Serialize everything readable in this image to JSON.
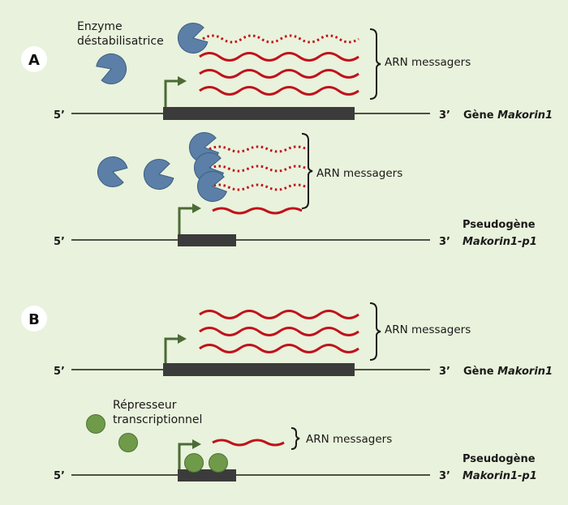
{
  "colors": {
    "background": "#e9f2dc",
    "mrna": "#c0121b",
    "enzyme": "#5b7fa6",
    "repressor": "#6f9a4a",
    "promoter_arrow": "#4b6b34",
    "gene_box": "#3b3b3b"
  },
  "panel_a": {
    "letter": "A",
    "enzyme_label_line1": "Enzyme",
    "enzyme_label_line2": "déstabilisatrice",
    "gene_mrna_label": "ARN messagers",
    "gene_five_prime": "5’",
    "gene_three_prime": "3’",
    "gene_label_prefix": "Gène ",
    "gene_label_name": "Makorin1",
    "pseudo_mrna_label": "ARN messagers",
    "pseudo_five_prime": "5’",
    "pseudo_three_prime": "3’",
    "pseudo_label_line1": "Pseudogène",
    "pseudo_label_line2": "Makorin1-p1"
  },
  "panel_b": {
    "letter": "B",
    "gene_mrna_label": "ARN messagers",
    "gene_five_prime": "5’",
    "gene_three_prime": "3’",
    "gene_label_prefix": "Gène ",
    "gene_label_name": "Makorin1",
    "repressor_label_line1": "Répresseur",
    "repressor_label_line2": "transcriptionnel",
    "pseudo_mrna_label": "ARN messagers",
    "pseudo_five_prime": "5’",
    "pseudo_three_prime": "3’",
    "pseudo_label_line1": "Pseudogène",
    "pseudo_label_line2": "Makorin1-p1"
  }
}
